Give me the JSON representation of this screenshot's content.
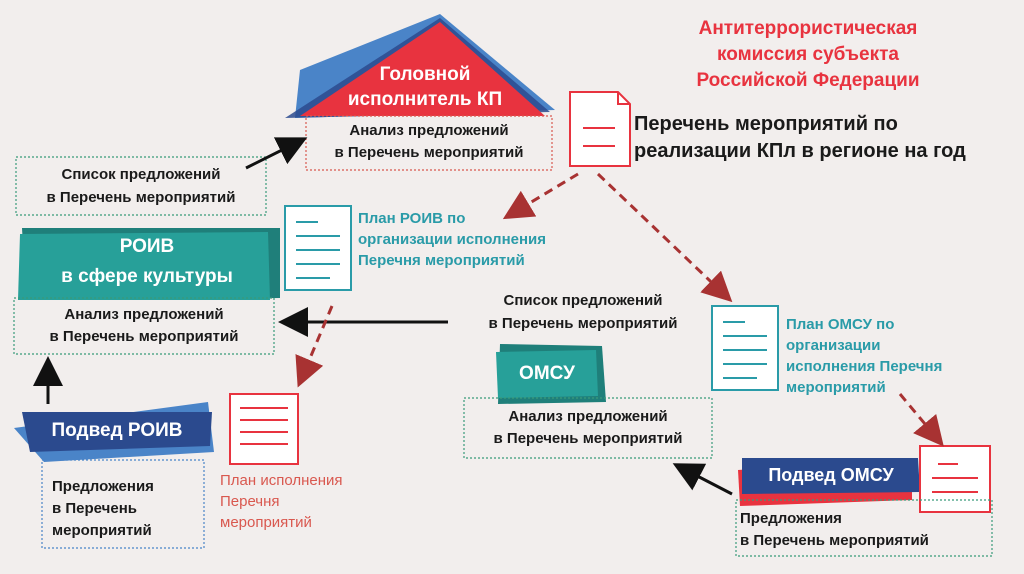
{
  "commission": {
    "line1": "Антитеррористическая",
    "line2": "комиссия субъекта",
    "line3": "Российской Федерации"
  },
  "head_executor": {
    "label_line1": "Головной",
    "label_line2": "исполнитель КП",
    "analysis_line1": "Анализ предложений",
    "analysis_line2": "в Перечень мероприятий"
  },
  "plan_list": {
    "line1": "Перечень мероприятий по",
    "line2": "реализации КПл в регионе на год"
  },
  "proposals_list_left": {
    "line1": "Список предложений",
    "line2": "в Перечень мероприятий"
  },
  "roiv": {
    "label_line1": "РОИВ",
    "label_line2": "в сфере культуры",
    "plan_line1": "План РОИВ по",
    "plan_line2": "организации исполнения",
    "plan_line3": "Перечня мероприятий",
    "analysis_line1": "Анализ предложений",
    "analysis_line2": "в Перечень мероприятий"
  },
  "proposals_list_right": {
    "line1": "Список предложений",
    "line2": "в Перечень мероприятий"
  },
  "omsu": {
    "label": "ОМСУ",
    "plan_line1": "План ОМСУ по",
    "plan_line2": "организации",
    "plan_line3": "исполнения Перечня",
    "plan_line4": "мероприятий",
    "analysis_line1": "Анализ предложений",
    "analysis_line2": "в Перечень мероприятий"
  },
  "podved_roiv": {
    "label": "Подвед РОИВ",
    "proposals_line1": "Предложения",
    "proposals_line2": "в Перечень",
    "proposals_line3": "мероприятий",
    "plan_line1": "План исполнения",
    "plan_line2": "Перечня",
    "plan_line3": "мероприятий"
  },
  "podved_omsu": {
    "label": "Подвед ОМСУ",
    "proposals_line1": "Предложения",
    "proposals_line2": "в Перечень мероприятий"
  },
  "colors": {
    "red": "#e8333f",
    "blue": "#2b4a8e",
    "lightblue": "#4a84c8",
    "teal": "#27a099",
    "teal_text": "#2a9ba8",
    "dark_red_arrow": "#a83232",
    "salmon_text": "#d9584f"
  }
}
